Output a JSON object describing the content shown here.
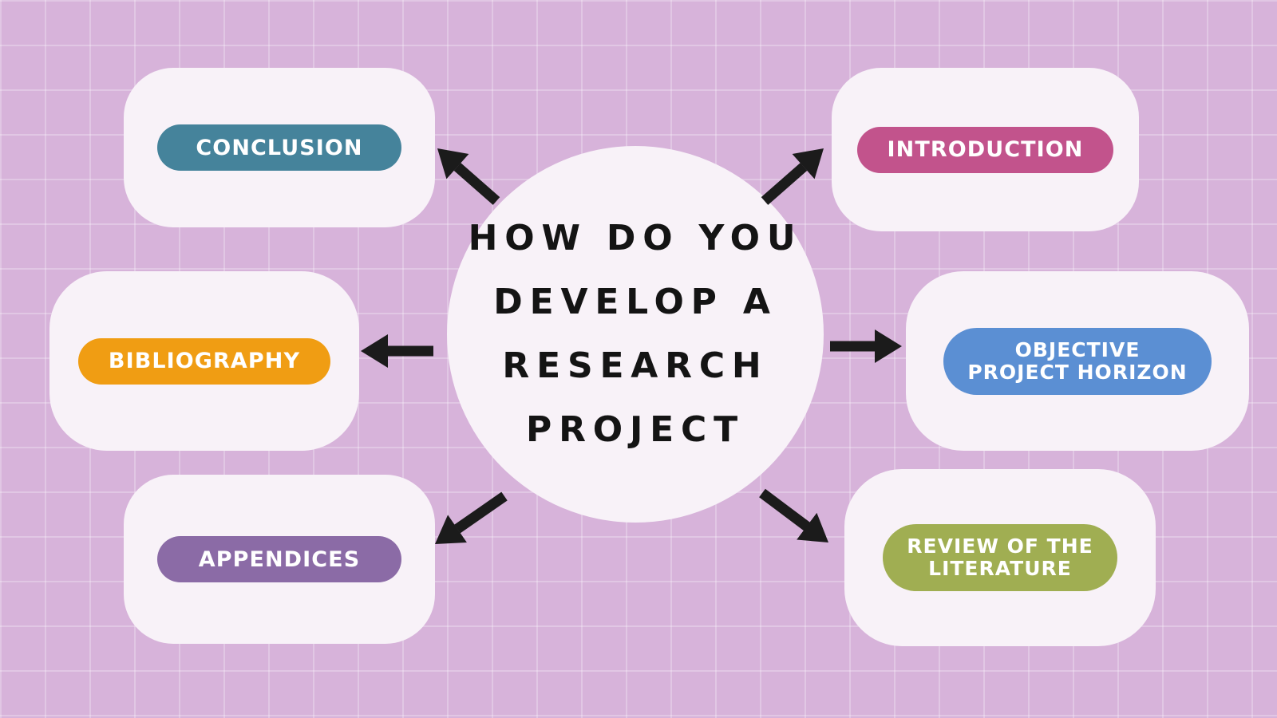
{
  "background": {
    "color": "#d7b3da",
    "grid_line_color": "#e8d3ea",
    "card_color": "#f8f2f8",
    "arrow_color": "#1b1b1b"
  },
  "center": {
    "title": "HOW DO YOU DEVELOP A RESEARCH PROJECT",
    "title_lines": [
      "HOW DO YOU",
      "DEVELOP A",
      "RESEARCH",
      "PROJECT"
    ],
    "circle_color": "#f8f2f8",
    "text_color": "#141414"
  },
  "nodes": [
    {
      "id": "conclusion",
      "label": "CONCLUSION",
      "pill_color": "#45839b",
      "position": "top-left"
    },
    {
      "id": "introduction",
      "label": "INTRODUCTION",
      "pill_color": "#c2538c",
      "position": "top-right"
    },
    {
      "id": "bibliography",
      "label": "BIBLIOGRAPHY",
      "pill_color": "#f09d13",
      "position": "middle-left"
    },
    {
      "id": "objective",
      "label": "OBJECTIVE PROJECT HORIZON",
      "lines": [
        "OBJECTIVE",
        "PROJECT HORIZON"
      ],
      "pill_color": "#5b8fd3",
      "position": "middle-right"
    },
    {
      "id": "appendices",
      "label": "APPENDICES",
      "pill_color": "#8b6ba6",
      "position": "bottom-left"
    },
    {
      "id": "review",
      "label": "REVIEW OF THE LITERATURE",
      "lines": [
        "REVIEW OF THE",
        "LITERATURE"
      ],
      "pill_color": "#a0ae52",
      "position": "bottom-right"
    }
  ]
}
